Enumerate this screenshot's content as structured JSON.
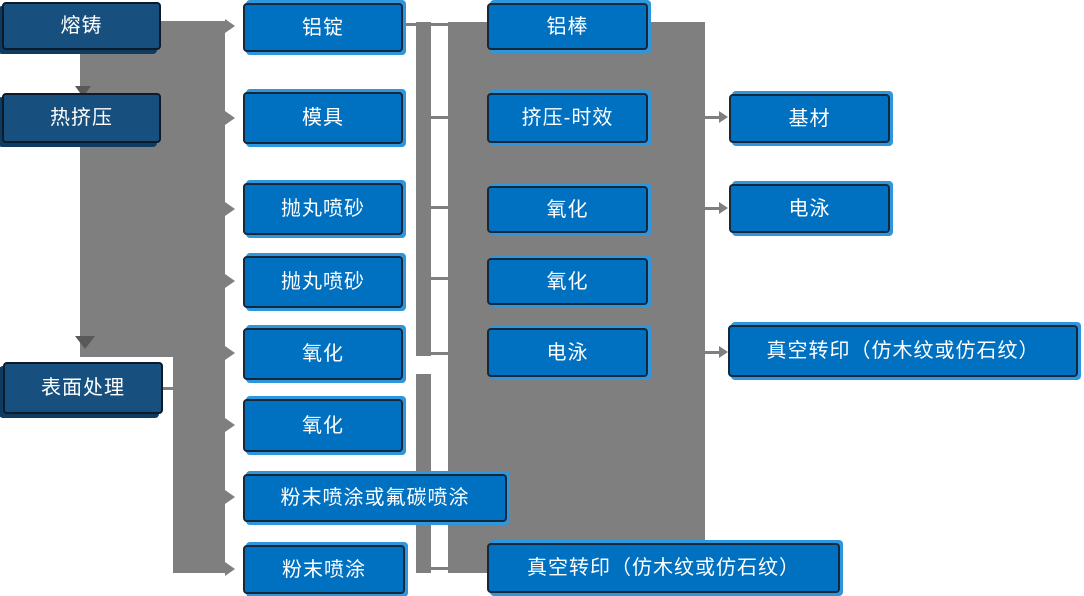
{
  "diagram": {
    "description": "铝型材生产工艺流程图 (aluminum profile process flow diagram)",
    "stages": {
      "melting": "熔铸",
      "hot_extrusion": "热挤压",
      "surface_treatment": "表面处理"
    },
    "col2": {
      "r1": "铝锭",
      "r2": "模具",
      "r3": "抛丸喷砂",
      "r4": "抛丸喷砂",
      "r5": "氧化",
      "r6": "氧化",
      "r7": "粉末喷涂或氟碳喷涂",
      "r8": "粉末喷涂"
    },
    "col3": {
      "r1": "铝棒",
      "r2": "挤压-时效",
      "r3": "氧化",
      "r4": "氧化",
      "r5": "电泳",
      "bottom": "真空转印（仿木纹或仿石纹）"
    },
    "col4": {
      "r1": "基材",
      "r2": "电泳",
      "r3": "真空转印（仿木纹或仿石纹）"
    },
    "colors": {
      "stage_box_fill": "#17507E",
      "process_box_fill": "#0070C0",
      "box_highlight": "#2E96DC",
      "connector_gray": "#7F7F7F",
      "down_arrow_gray": "#595959",
      "text": "#FFFFFF"
    }
  }
}
